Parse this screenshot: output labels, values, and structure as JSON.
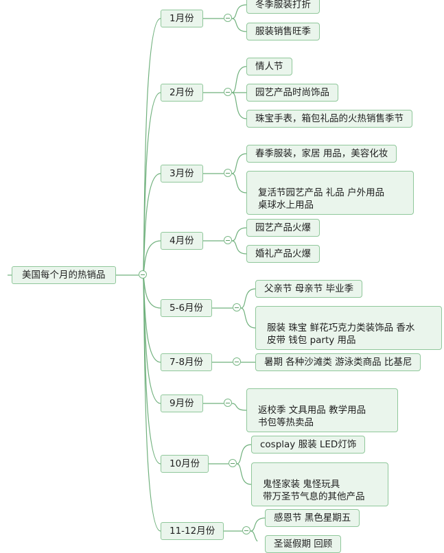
{
  "root": {
    "label": "美国每个月的热销品"
  },
  "months": [
    {
      "label": "1月份",
      "items": [
        "冬季服装打折",
        "服装销售旺季"
      ]
    },
    {
      "label": "2月份",
      "items": [
        "情人节",
        "园艺产品时尚饰品",
        "珠宝手表，箱包礼品的火热销售季节"
      ]
    },
    {
      "label": "3月份",
      "items": [
        "春季服装，家居 用品，美容化妆",
        "复活节园艺产品 礼品 户外用品\n桌球水上用品"
      ]
    },
    {
      "label": "4月份",
      "items": [
        "园艺产品火爆",
        "婚礼产品火爆"
      ]
    },
    {
      "label": "5-6月份",
      "items": [
        "父亲节 母亲节 毕业季",
        "服装 珠宝 鲜花巧克力类装饰品 香水\n皮带 钱包 party 用品"
      ]
    },
    {
      "label": "7-8月份",
      "items": [
        "暑期 各种沙滩类 游泳类商品 比基尼"
      ]
    },
    {
      "label": "9月份",
      "items": [
        "返校季   文具用品  教学用品\n书包等热卖品"
      ]
    },
    {
      "label": "10月份",
      "items": [
        "cosplay 服装 LED灯饰",
        "鬼怪家装  鬼怪玩具\n带万圣节气息的其他产品"
      ]
    },
    {
      "label": "11-12月份",
      "items": [
        "感恩节   黑色星期五",
        "圣诞假期       回顾"
      ]
    }
  ],
  "colors": {
    "line": "#6fb07c",
    "fill": "#eaf5ec",
    "border": "#8fc79a"
  }
}
